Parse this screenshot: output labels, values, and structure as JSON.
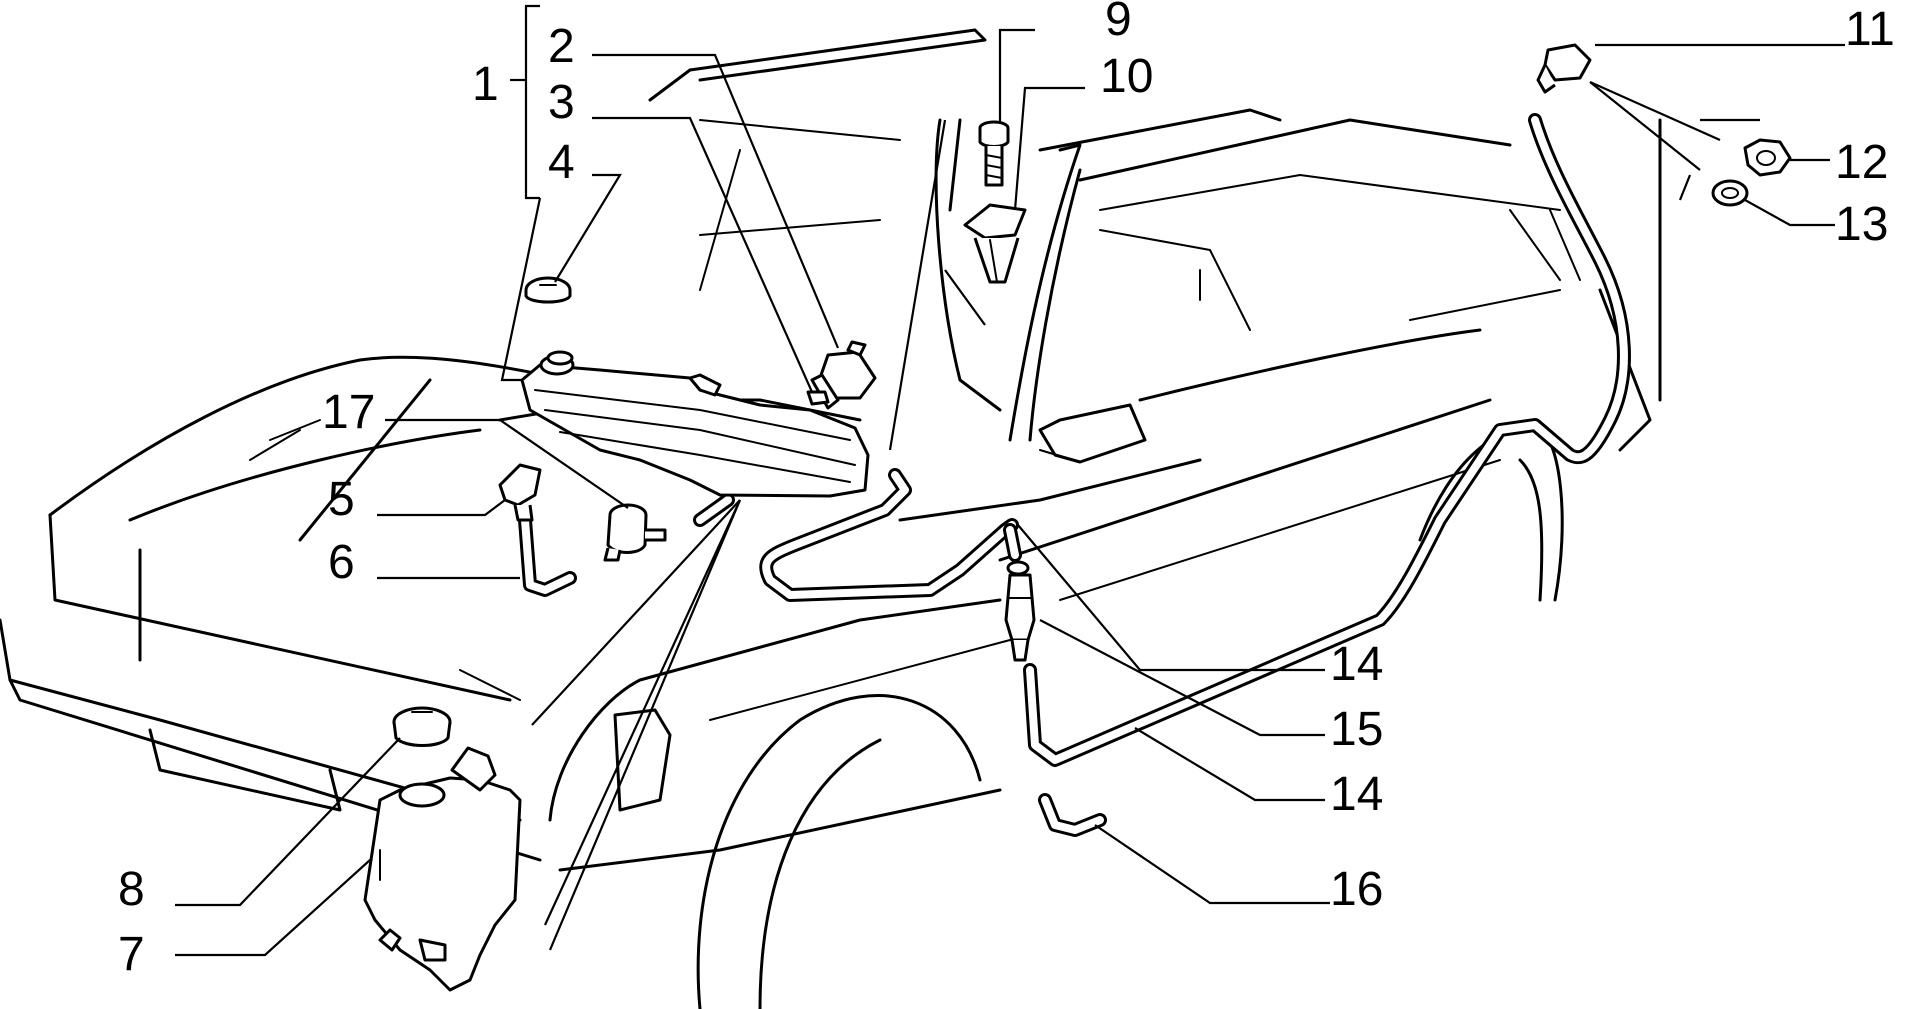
{
  "diagram": {
    "labels": {
      "l1": "1",
      "l2": "2",
      "l3": "3",
      "l4": "4",
      "l5": "5",
      "l6": "6",
      "l7": "7",
      "l8": "8",
      "l9": "9",
      "l10": "10",
      "l11": "11",
      "l12": "12",
      "l13": "13",
      "l14a": "14",
      "l15": "15",
      "l14b": "14",
      "l16": "16",
      "l17": "17"
    }
  }
}
